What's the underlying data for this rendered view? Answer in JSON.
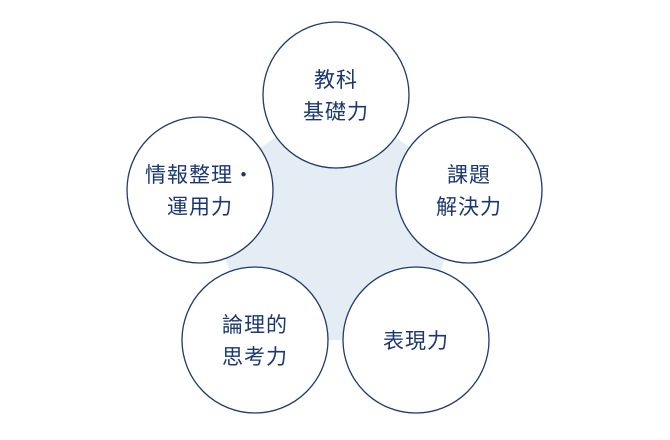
{
  "diagram": {
    "center_fill": "#e4ecf4",
    "node_stroke": "#1f3a6e",
    "text_color": "#1a3770",
    "nodes": [
      {
        "id": "kyoka",
        "lines": [
          "教科",
          "基礎力"
        ]
      },
      {
        "id": "kadai",
        "lines": [
          "課題",
          "解決力"
        ]
      },
      {
        "id": "hyogen",
        "lines": [
          "表現力"
        ]
      },
      {
        "id": "ronri",
        "lines": [
          "論理的",
          "思考力"
        ]
      },
      {
        "id": "joho",
        "lines": [
          "情報整理・",
          "運用力"
        ]
      }
    ]
  }
}
